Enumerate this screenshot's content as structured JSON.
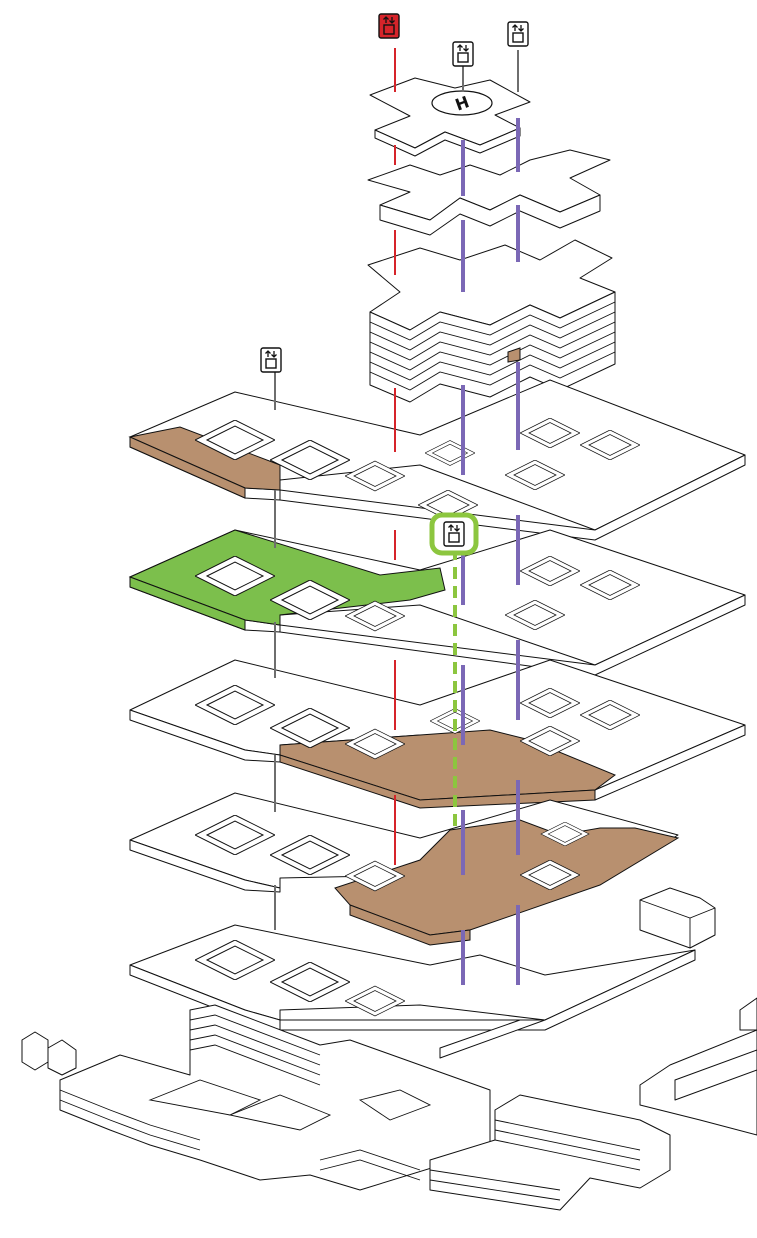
{
  "diagram": {
    "helipad_label": "H",
    "colors": {
      "brown_zone": "#b8906f",
      "green_zone": "#7cbf4c",
      "red_core": "#d6242a",
      "purple_core": "#7b68b6",
      "grey_core": "#6e6e6e",
      "green_dashed_core": "#8cc63f"
    },
    "icons": [
      "elevator-icon-red",
      "elevator-icon",
      "elevator-icon",
      "elevator-icon",
      "elevator-icon-green"
    ]
  }
}
